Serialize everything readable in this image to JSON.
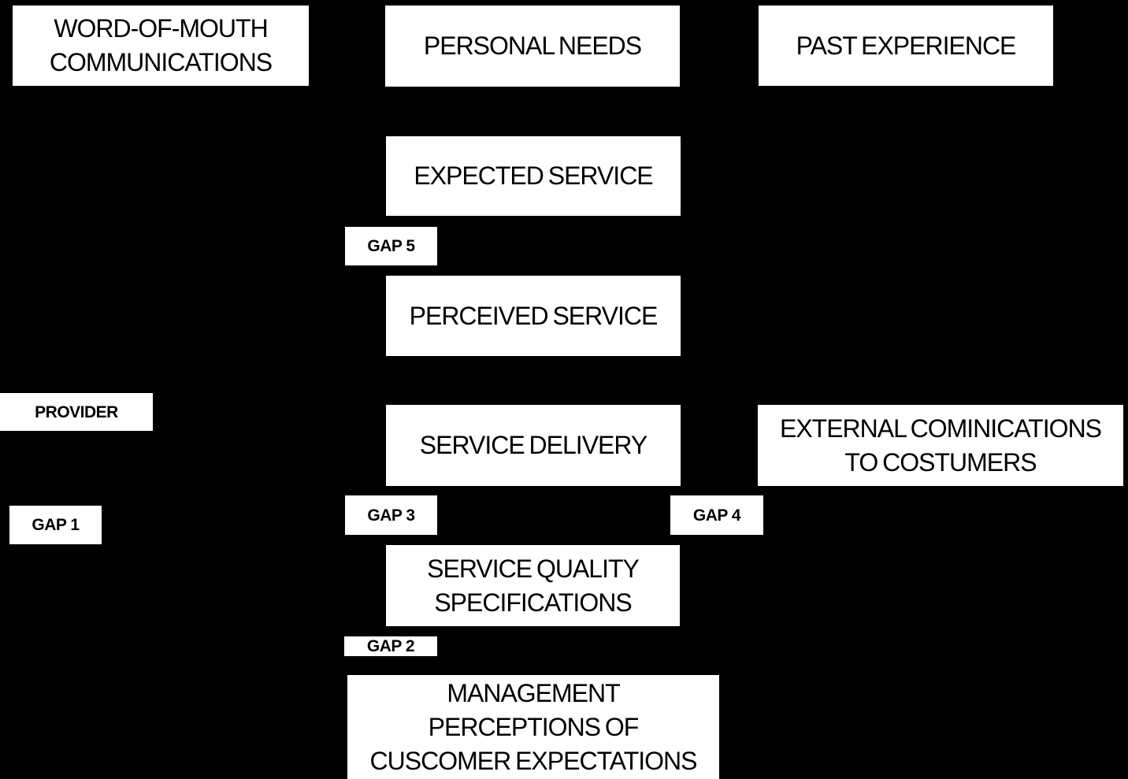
{
  "diagram": {
    "colors": {
      "background": "#000000",
      "node_fill": "#ffffff",
      "node_text": "#000000"
    },
    "nodes": {
      "word_of_mouth": {
        "lines": [
          "WORD-OF-MOUTH",
          "COMMUNICATIONS"
        ]
      },
      "personal_needs": {
        "label": "PERSONAL NEEDS"
      },
      "past_experience": {
        "label": "PAST EXPERIENCE"
      },
      "expected_service": {
        "label": "EXPECTED SERVICE"
      },
      "gap5": {
        "label": "GAP 5"
      },
      "perceived_service": {
        "label": "PERCEIVED SERVICE"
      },
      "provider": {
        "label": "PROVIDER"
      },
      "service_delivery": {
        "label": "SERVICE DELIVERY"
      },
      "external_cominications": {
        "lines": [
          "EXTERNAL COMINICATIONS",
          "TO COSTUMERS"
        ]
      },
      "gap1": {
        "label": "GAP 1"
      },
      "gap3": {
        "label": "GAP 3"
      },
      "gap4": {
        "label": "GAP 4"
      },
      "service_quality_specifications": {
        "lines": [
          "SERVICE QUALITY",
          "SPECIFICATIONS"
        ]
      },
      "gap2": {
        "label": "GAP 2"
      },
      "management_perceptions": {
        "lines": [
          "MANAGEMENT",
          "PERCEPTIONS OF",
          "CUSCOMER EXPECTATIONS"
        ]
      }
    }
  }
}
